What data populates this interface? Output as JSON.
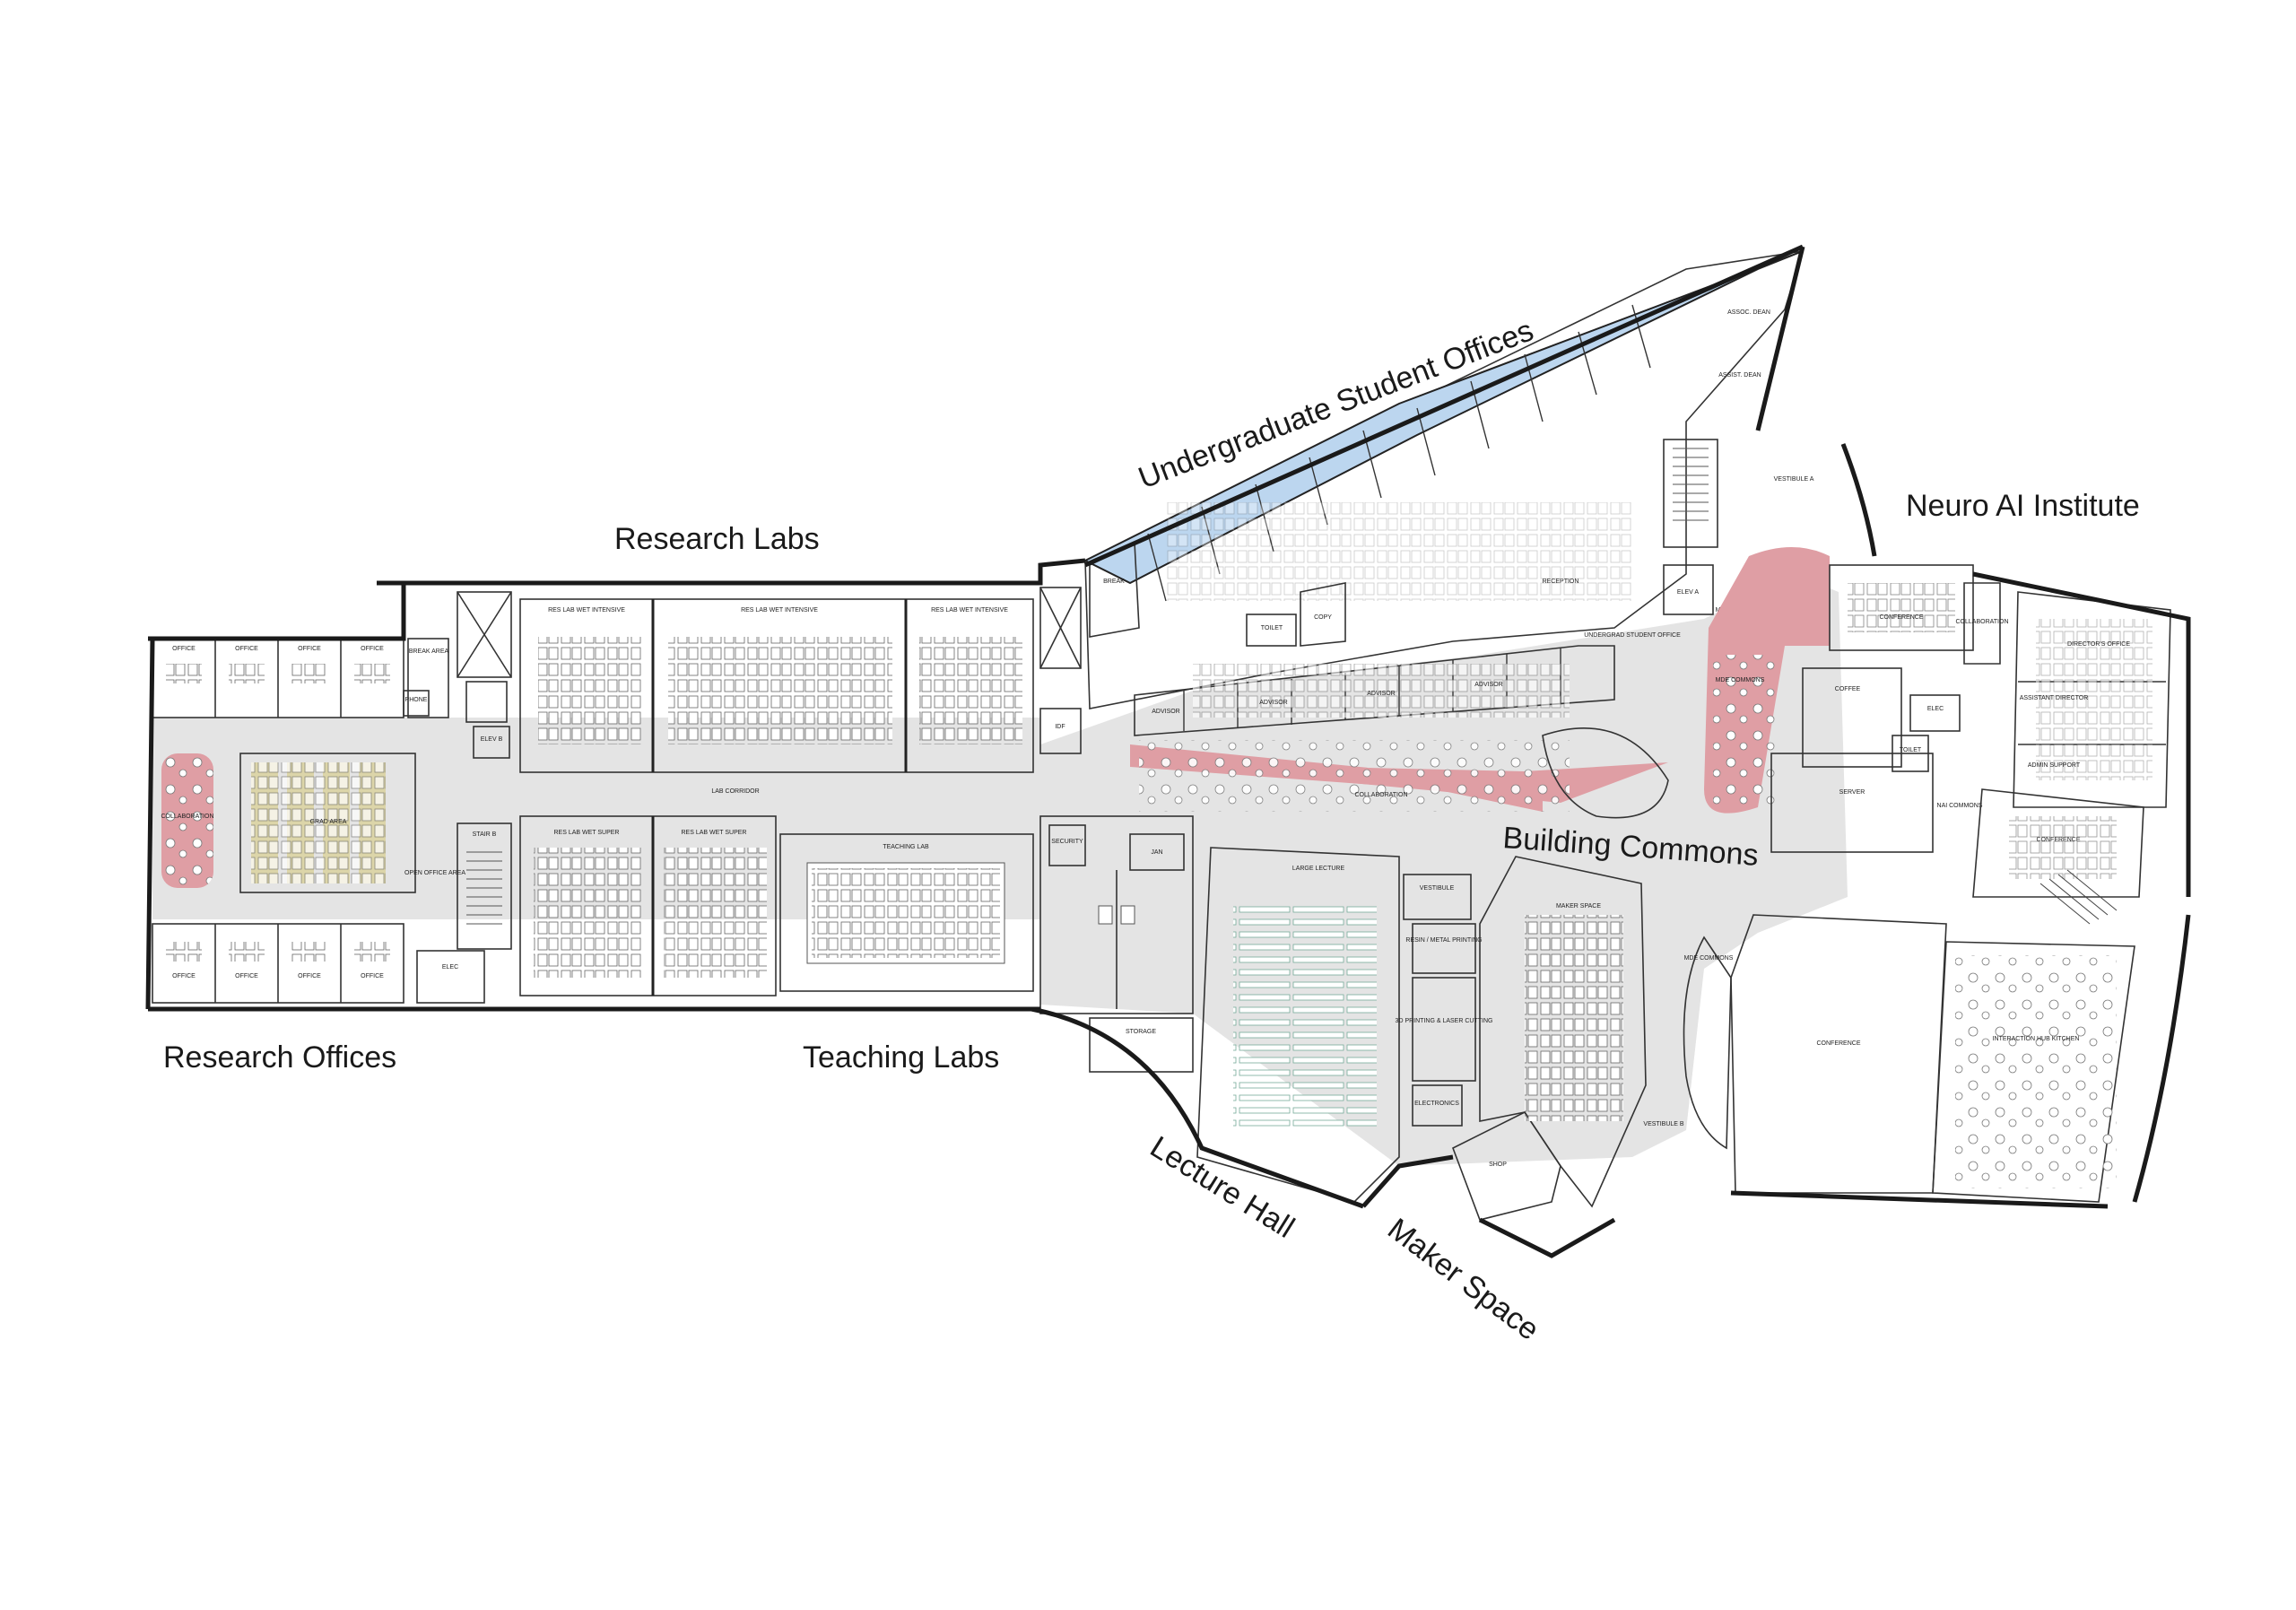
{
  "labels": {
    "research_labs": "Research Labs",
    "undergrad_offices": "Undergraduate Student Offices",
    "neuro_ai": "Neuro AI Institute",
    "building_commons": "Building Commons",
    "research_offices": "Research Offices",
    "teaching_labs": "Teaching Labs",
    "lecture_hall": "Lecture Hall",
    "maker_space": "Maker Space"
  },
  "rooms": {
    "office": "OFFICE",
    "break_area": "BREAK AREA",
    "phone": "PHONE",
    "collaboration": "COLLABORATION",
    "grad_area": "GRAD AREA",
    "open_office": "OPEN OFFICE AREA",
    "elev_b": "ELEV B",
    "stair_b": "STAIR B",
    "elec": "ELEC",
    "res_lab_intensive": "RES LAB WET INTENSIVE",
    "res_lab_super": "RES LAB WET SUPER",
    "lab_corridor": "LAB CORRIDOR",
    "teaching_lab": "TEACHING LAB",
    "idf": "IDF",
    "security": "SECURITY",
    "jan": "JAN",
    "storage": "STORAGE",
    "large_lecture": "LARGE LECTURE",
    "vestibule": "VESTIBULE",
    "maker_space": "MAKER SPACE",
    "resin_printing": "RESIN / METAL PRINTING",
    "laser_cutting": "3D PRINTING & LASER CUTTING",
    "electronics": "ELECTRONICS",
    "shop": "SHOP",
    "break": "BREAK",
    "toilet": "TOILET",
    "copy": "COPY",
    "advisor": "ADVISOR",
    "reception": "RECEPTION",
    "underg_office": "UNDERGRAD STUDENT OFFICE",
    "assoc_dean": "ASSOC. DEAN",
    "assist_dean": "ASSIST. DEAN",
    "elev_a": "ELEV A",
    "vestibule_a": "VESTIBULE A",
    "mde_commons": "MDE COMMONS",
    "conference": "CONFERENCE",
    "coffee": "COFFEE",
    "server": "SERVER",
    "nai_commons": "NAI COMMONS",
    "directors_office": "DIRECTOR'S OFFICE",
    "assistant_director": "ASSISTANT DIRECTOR",
    "admin_support": "ADMIN SUPPORT",
    "interaction_kitchen": "INTERACTION HUB KITCHEN",
    "vestibule_b": "VESTIBULE B"
  },
  "colors": {
    "office_blue": "#bcd6ef",
    "dark_blue": "#7496b5",
    "pink": "#df9ea4",
    "orange": "#f5b567",
    "green": "#93bf62",
    "light_green": "#bfe4c3",
    "pale_green": "#cfe7b8",
    "beige": "#dcd5a9",
    "gray": "#d9d9d9",
    "corridor": "#e4e4e4",
    "yellow": "#fff26e",
    "mauve": "#c7b6b6",
    "khaki": "#e6d8a0"
  }
}
